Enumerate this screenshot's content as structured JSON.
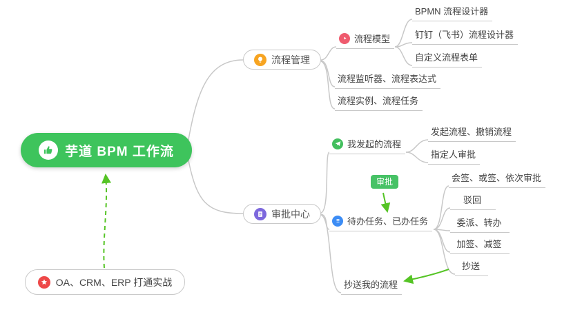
{
  "root": {
    "label": "芋道 BPM 工作流"
  },
  "practice": {
    "label": "OA、CRM、ERP 打通实战"
  },
  "process": {
    "label": "流程管理",
    "model": {
      "label": "流程模型",
      "children": {
        "bpmn": "BPMN 流程设计器",
        "dingtalk": "钉钉（飞书）流程设计器",
        "custom_form": "自定义流程表单"
      }
    },
    "listener": "流程监听器、流程表达式",
    "instance": "流程实例、流程任务"
  },
  "approval": {
    "label": "审批中心",
    "my_initiated": {
      "label": "我发起的流程",
      "children": {
        "initiate": "发起流程、撤销流程",
        "assignee": "指定人审批"
      }
    },
    "todo_done": {
      "label": "待办任务、已办任务",
      "children": {
        "countersign": "会签、或签、依次审批",
        "reject": "驳回",
        "delegate": "委派、转办",
        "addsign": "加签、减签",
        "cc": "抄送"
      }
    },
    "cc_my": "抄送我的流程"
  },
  "badge": {
    "label": "审批"
  },
  "colors": {
    "root_bg": "#3ec45c",
    "badge_green": "#47c266",
    "arrow_green": "#55c425",
    "orange": "#f7a421",
    "purple": "#7d68dd",
    "model_red": "#ef5b6e",
    "leaf_green": "#43bf5e",
    "leaf_blue": "#3d8df5",
    "star_red": "#ee4848",
    "line_gray": "#c8c8c8"
  }
}
